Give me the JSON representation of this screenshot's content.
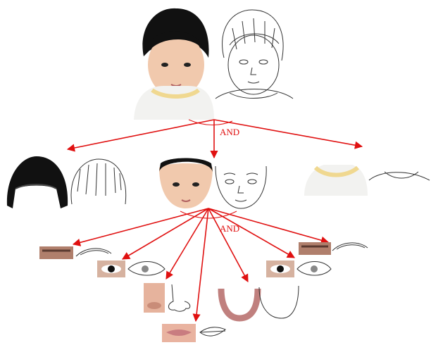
{
  "diagram": {
    "and_labels": [
      "AND",
      "AND"
    ],
    "colors": {
      "edge": "#e01010",
      "hair": "#111111",
      "skin": "#f1c9ad",
      "shirt": "#f2f2f0",
      "collar": "#f0d890"
    },
    "nodes": {
      "root": "whole-face-photo-and-sketch",
      "level1": [
        "hair",
        "face",
        "collar"
      ],
      "level2": [
        "eyebrow-left",
        "eye-left",
        "nose",
        "mouth",
        "face-outline",
        "eye-right",
        "eyebrow-right"
      ]
    },
    "icons": [
      "portrait-photo",
      "portrait-sketch"
    ]
  }
}
